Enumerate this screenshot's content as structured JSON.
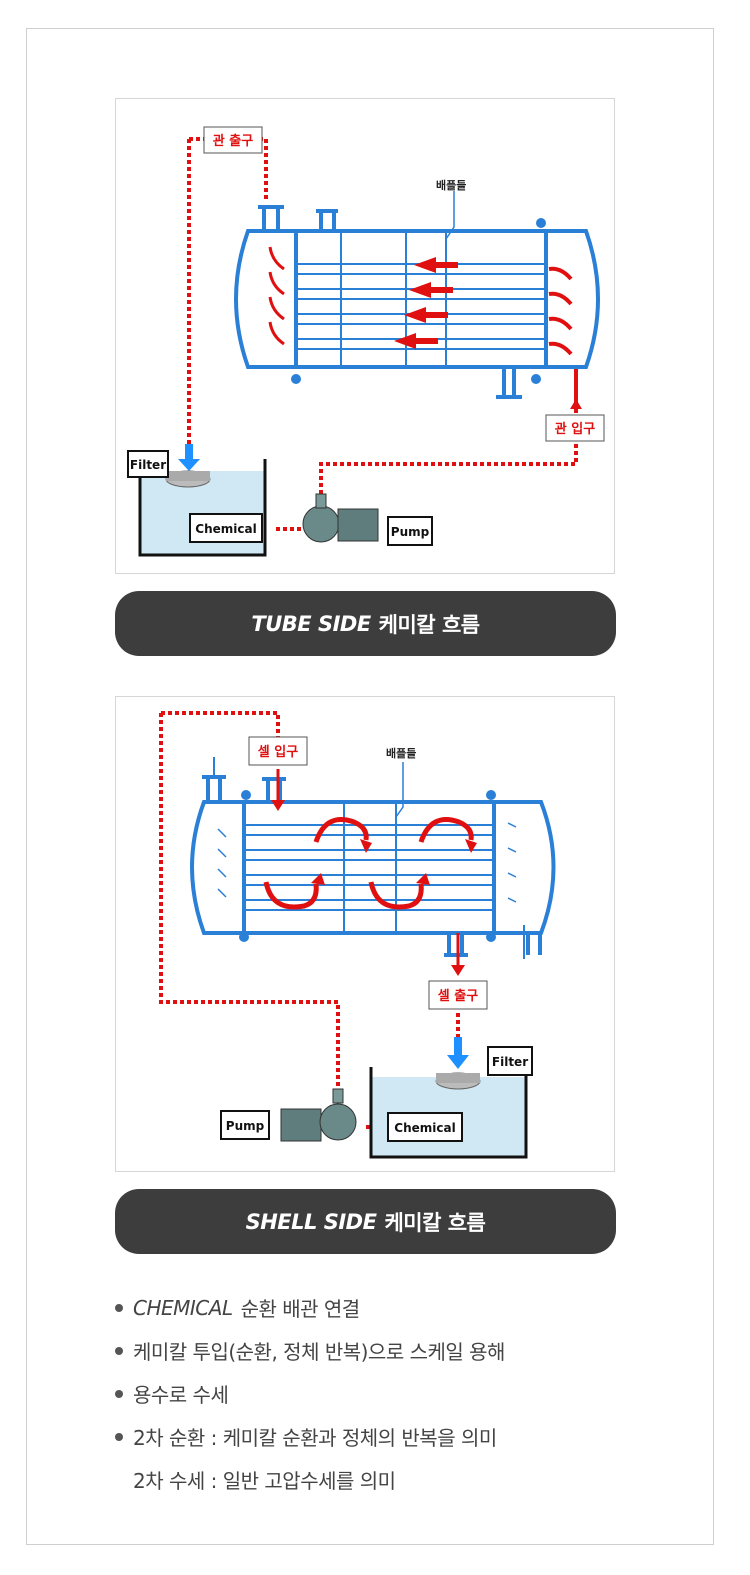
{
  "diagram1": {
    "labels": {
      "outlet": "관 출구",
      "baffle": "배플들",
      "inlet": "관 입구",
      "filter": "Filter",
      "chemical": "Chemical",
      "pump": "Pump"
    },
    "caption_en": "TUBE SIDE",
    "caption_ko": "케미칼 흐름"
  },
  "diagram2": {
    "labels": {
      "inlet": "셀 입구",
      "baffle": "배플들",
      "outlet": "셀 출구",
      "filter": "Filter",
      "pump": "Pump",
      "chemical": "Chemical"
    },
    "caption_en": "SHELL SIDE",
    "caption_ko": "케미칼 흐름"
  },
  "notes": [
    {
      "en": "CHEMICAL",
      "ko": "순환 배관 연결"
    },
    {
      "ko": "케미칼 투입(순환, 정체 반복)으로 스케일 용해"
    },
    {
      "ko": "용수로 수세"
    },
    {
      "ko": "2차 순환 : 케미칼 순환과 정체의 반복을 의미"
    },
    {
      "ko": "2차 수세 : 일반 고압수세를 의미"
    }
  ],
  "colors": {
    "vessel": "#2a7fd6",
    "flow": "#e01010",
    "caption_bg": "#3d3d3d",
    "water": "#cfe8f3"
  }
}
